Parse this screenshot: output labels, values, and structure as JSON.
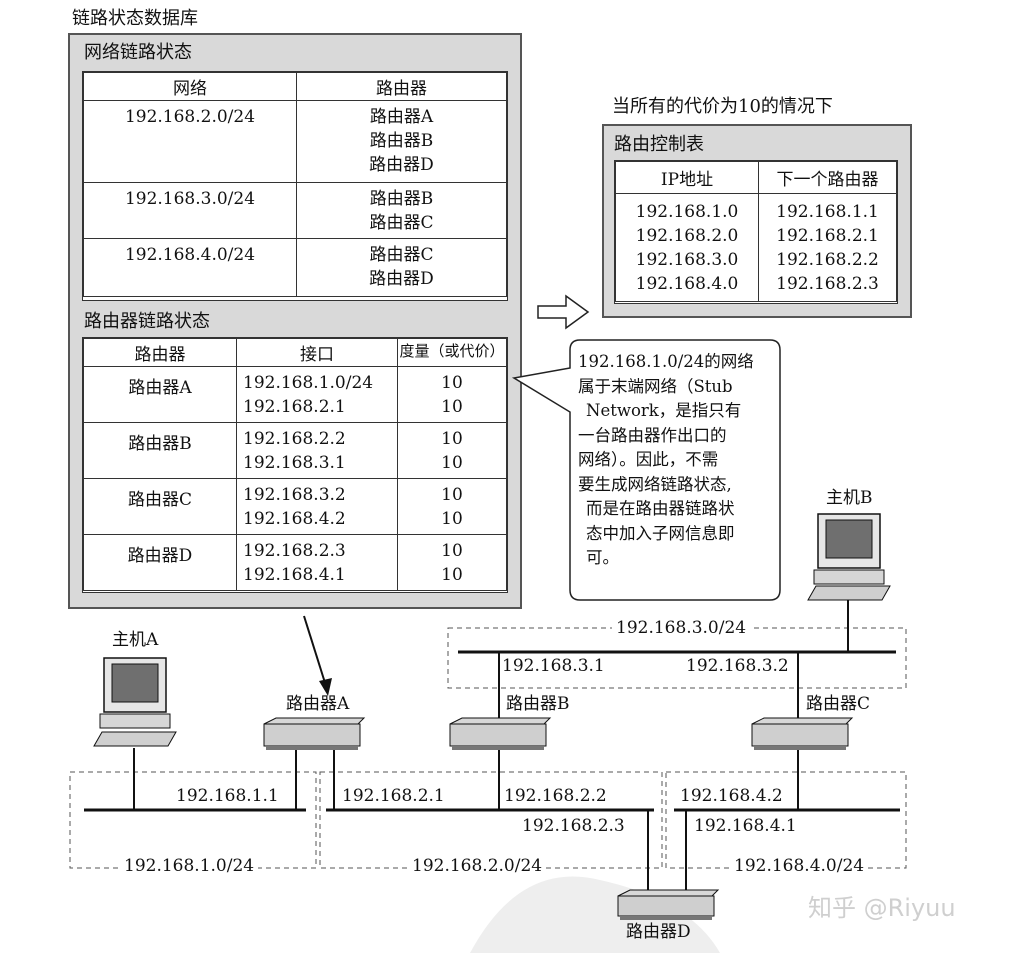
{
  "lsdb": {
    "title": "链路状态数据库",
    "network_section_title": "网络链路状态",
    "network_headers": [
      "网络",
      "路由器"
    ],
    "network_rows": [
      {
        "network": "192.168.2.0/24",
        "routers": [
          "路由器A",
          "路由器B",
          "路由器D"
        ]
      },
      {
        "network": "192.168.3.0/24",
        "routers": [
          "路由器B",
          "路由器C"
        ]
      },
      {
        "network": "192.168.4.0/24",
        "routers": [
          "路由器C",
          "路由器D"
        ]
      }
    ],
    "router_section_title": "路由器链路状态",
    "router_headers": [
      "路由器",
      "接口",
      "度量（或代价）"
    ],
    "router_rows": [
      {
        "router": "路由器A",
        "interfaces": [
          "192.168.1.0/24",
          "192.168.2.1"
        ],
        "costs": [
          "10",
          "10"
        ]
      },
      {
        "router": "路由器B",
        "interfaces": [
          "192.168.2.2",
          "192.168.3.1"
        ],
        "costs": [
          "10",
          "10"
        ]
      },
      {
        "router": "路由器C",
        "interfaces": [
          "192.168.3.2",
          "192.168.4.2"
        ],
        "costs": [
          "10",
          "10"
        ]
      },
      {
        "router": "路由器D",
        "interfaces": [
          "192.168.2.3",
          "192.168.4.1"
        ],
        "costs": [
          "10",
          "10"
        ]
      }
    ]
  },
  "routing": {
    "caption": "当所有的代价为10的情况下",
    "title": "路由控制表",
    "headers": [
      "IP地址",
      "下一个路由器"
    ],
    "rows": [
      {
        "ip": "192.168.1.0",
        "next": "192.168.1.1"
      },
      {
        "ip": "192.168.2.0",
        "next": "192.168.2.1"
      },
      {
        "ip": "192.168.3.0",
        "next": "192.168.2.2"
      },
      {
        "ip": "192.168.4.0",
        "next": "192.168.2.3"
      }
    ]
  },
  "callout": {
    "lines": [
      "192.168.1.0/24的网络",
      "属于末端网络（Stub",
      "Network，是指只有",
      "一台路由器作出口的",
      "网络）。因此，不需",
      "要生成网络链路状态,",
      "而是在路由器链路状",
      "态中加入子网信息即",
      "可。"
    ]
  },
  "topology": {
    "host_a": "主机A",
    "host_b": "主机B",
    "router_a": "路由器A",
    "router_b": "路由器B",
    "router_c": "路由器C",
    "router_d": "路由器D",
    "net1": "192.168.1.0/24",
    "net2": "192.168.2.0/24",
    "net3": "192.168.3.0/24",
    "net4": "192.168.4.0/24",
    "ip_1_1": "192.168.1.1",
    "ip_2_1": "192.168.2.1",
    "ip_2_2": "192.168.2.2",
    "ip_2_3": "192.168.2.3",
    "ip_3_1": "192.168.3.1",
    "ip_3_2": "192.168.3.2",
    "ip_4_1": "192.168.4.1",
    "ip_4_2": "192.168.4.2"
  },
  "watermark": "知乎 @Riyuu"
}
